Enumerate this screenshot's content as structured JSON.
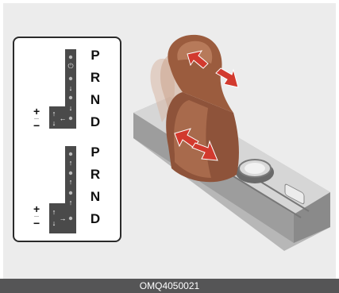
{
  "upper_diagram": {
    "gates": [
      "P",
      "R",
      "N",
      "D"
    ],
    "plus_label": "+",
    "minus_label": "−"
  },
  "lower_diagram": {
    "gates": [
      "P",
      "R",
      "N",
      "D"
    ],
    "plus_label": "+",
    "minus_label": "−"
  },
  "caption": "OMQ4050021",
  "colors": {
    "arrow_red": "#d23a2e",
    "knob_brown": "#9b5c3e",
    "slot_dark": "#4a4a4a"
  }
}
